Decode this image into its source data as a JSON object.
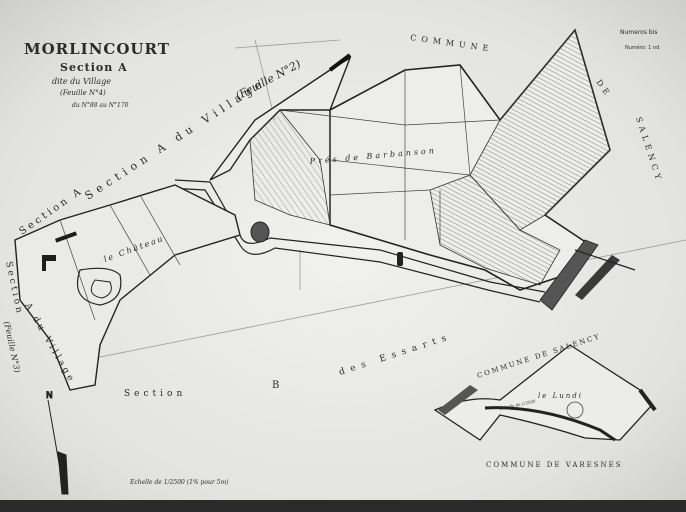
{
  "title": {
    "main": "MORLINCOURT",
    "section": "Section A",
    "dite": "dite du Village",
    "feuille": "(Feuille N°4)",
    "numbers": "du N°88 au N°170"
  },
  "corner_box": {
    "line1": "Numeros bis",
    "line2": "Numéro: 1 nd"
  },
  "labels": {
    "commune_salency_top": "COMMUNE",
    "commune_de": "DE",
    "salency_side": "SALENCY",
    "feuille2": "(Feuille N°2)",
    "section_a_village": "Section A du Village",
    "section_a_left": "Section A",
    "section_a_du_village": "A du Village",
    "feuille3": "(Feuille N°3)",
    "section_a_vertical": "Section",
    "pres_de_barbanson": "Prés de Barbanson",
    "le_chateau": "le Château",
    "les_essarts": "des Essarts",
    "section_b_left": "Section",
    "section_b_letter": "B",
    "commune_salency_bottom": "COMMUNE DE SALENCY",
    "le_lundi": "le Lundi",
    "commune_varesnes": "COMMUNE DE VARESNES",
    "echelle": "Echelle de 1/2500 (1% pour 5m)",
    "insert_note": "Echelle de 1/2500"
  },
  "colors": {
    "paper": "#e9e9e6",
    "ink": "#2a2a2a",
    "hatch": "#4a4a4a",
    "dark": "#1d1d1d"
  }
}
